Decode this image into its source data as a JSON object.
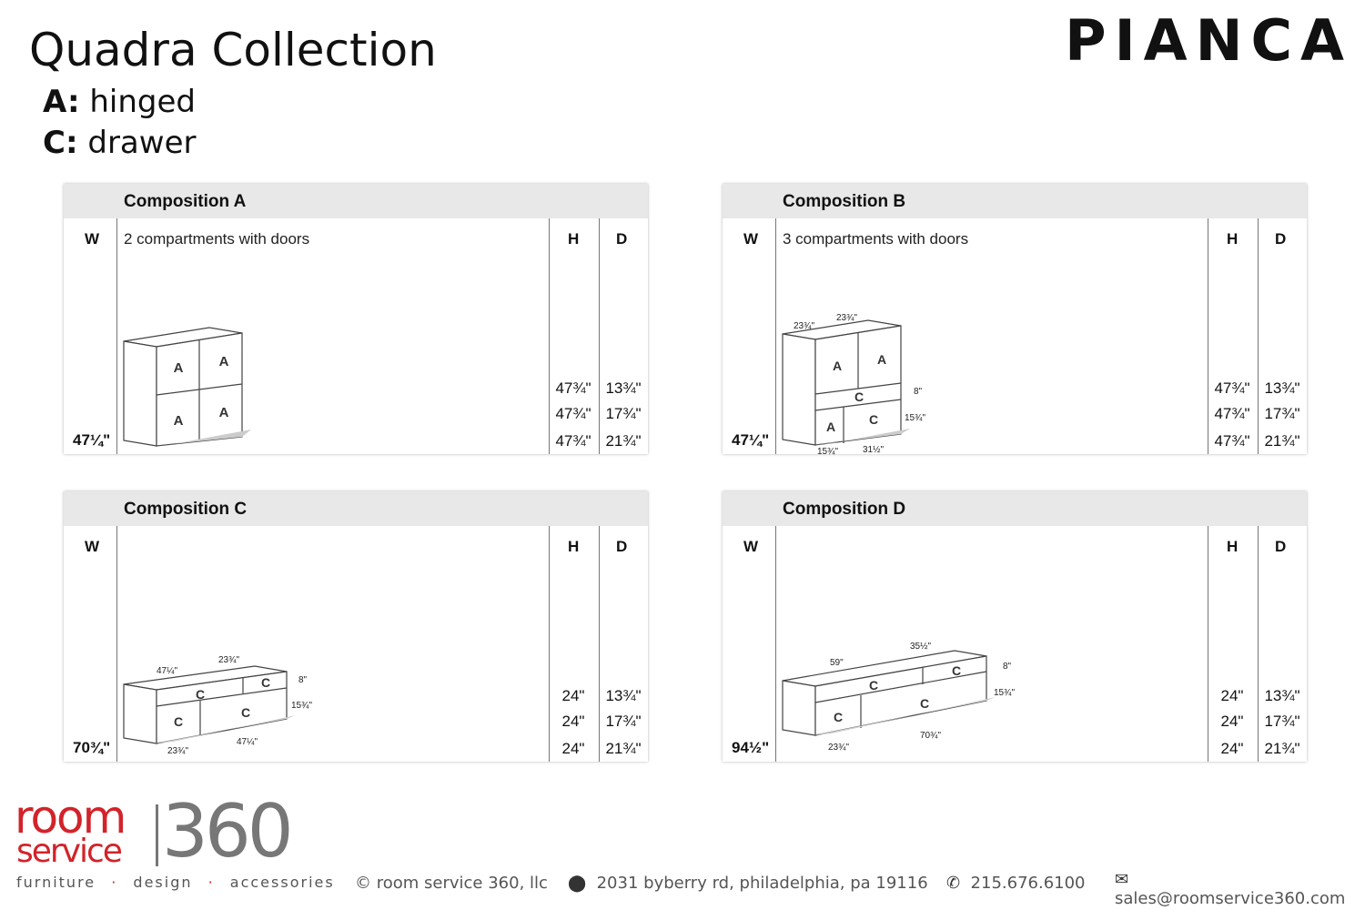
{
  "header": {
    "title": "Quadra Collection",
    "brand": "PIANCA",
    "legend": [
      {
        "key": "A:",
        "value": "hinged"
      },
      {
        "key": "C:",
        "value": "drawer"
      }
    ]
  },
  "labels": {
    "w": "W",
    "h": "H",
    "d": "D"
  },
  "compositions": [
    {
      "title": "Composition A",
      "description": "2 compartments with doors",
      "width": "47¼\"",
      "heights": [
        "47¾\"",
        "47¾\"",
        "47¾\""
      ],
      "depths": [
        "13¾\"",
        "17¾\"",
        "21¾\""
      ],
      "marks": [
        "A",
        "A",
        "A",
        "A"
      ],
      "dims": []
    },
    {
      "title": "Composition B",
      "description": "3 compartments with doors",
      "width": "47¼\"",
      "heights": [
        "47¾\"",
        "47¾\"",
        "47¾\""
      ],
      "depths": [
        "13¾\"",
        "17¾\"",
        "21¾\""
      ],
      "marks": [
        "A",
        "A",
        "C",
        "A",
        "C"
      ],
      "dims": [
        "23¾\"",
        "23¾\"",
        "8\"",
        "15¾\"",
        "15¾\"",
        "31½\""
      ]
    },
    {
      "title": "Composition C",
      "description": "",
      "width": "70¾\"",
      "heights": [
        "24\"",
        "24\"",
        "24\""
      ],
      "depths": [
        "13¾\"",
        "17¾\"",
        "21¾\""
      ],
      "marks": [
        "C",
        "C",
        "C",
        "C"
      ],
      "dims": [
        "47¼\"",
        "23¾\"",
        "8\"",
        "15¾\"",
        "23¾\"",
        "47¼\""
      ]
    },
    {
      "title": "Composition D",
      "description": "",
      "width": "94½\"",
      "heights": [
        "24\"",
        "24\"",
        "24\""
      ],
      "depths": [
        "13¾\"",
        "17¾\"",
        "21¾\""
      ],
      "marks": [
        "C",
        "C",
        "C",
        "C"
      ],
      "dims": [
        "59\"",
        "35½\"",
        "8\"",
        "15¾\"",
        "23¾\"",
        "70¾\""
      ]
    }
  ],
  "footer": {
    "logo_top": "room",
    "logo_bottom": "service",
    "logo_num": "360",
    "tagline": [
      "furniture",
      "design",
      "accessories"
    ],
    "copyright": "© room service 360, llc",
    "address": "2031 byberry rd, philadelphia, pa 19116",
    "phone": "215.676.6100",
    "email": "sales@roomservice360.com",
    "accent": "#d2232a"
  }
}
